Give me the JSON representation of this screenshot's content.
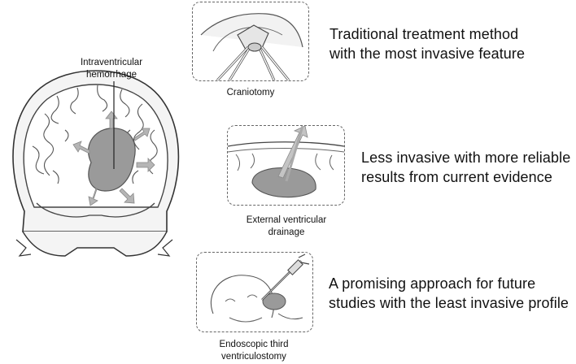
{
  "brain": {
    "callout_label_line1": "Intraventricular",
    "callout_label_line2": "hemorrhage"
  },
  "treatments": [
    {
      "name": "Craniotomy",
      "description_line1": "Traditional treatment method",
      "description_line2": "with the most invasive feature"
    },
    {
      "name_line1": "External ventricular",
      "name_line2": "drainage",
      "description_line1": "Less invasive with more reliable",
      "description_line2": "results from current evidence"
    },
    {
      "name_line1": "Endoscopic third",
      "name_line2": "ventriculostomy",
      "description_line1": "A promising approach for future",
      "description_line2": "studies with the least invasive profile"
    }
  ]
}
